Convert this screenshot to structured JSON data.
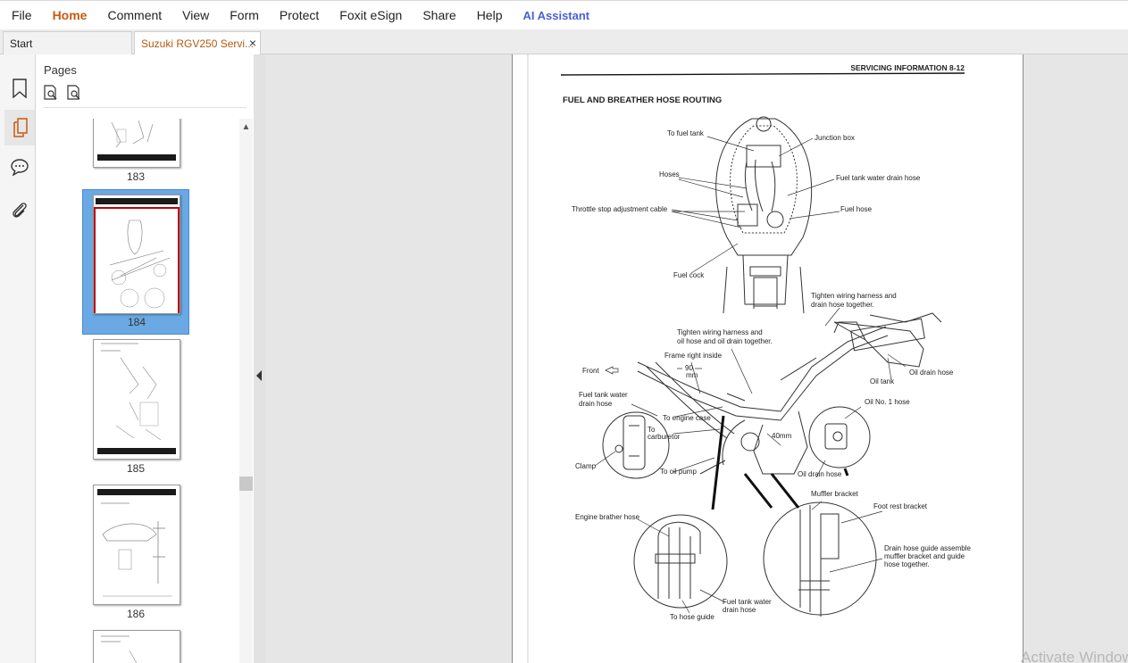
{
  "menu": {
    "items": [
      "File",
      "Home",
      "Comment",
      "View",
      "Form",
      "Protect",
      "Foxit eSign",
      "Share",
      "Help"
    ],
    "active": "Home",
    "ai_assistant": "AI Assistant"
  },
  "tabs": {
    "start": "Start",
    "document": "Suzuki RGV250 Servi...",
    "close_symbol": "×"
  },
  "sidebar": {
    "icons": [
      "bookmark-icon",
      "pages-icon",
      "comment-icon",
      "attachment-icon"
    ],
    "active": "pages-icon"
  },
  "pages_panel": {
    "title": "Pages",
    "tools": [
      "page-zoom-in-icon",
      "page-zoom-out-icon"
    ],
    "thumbnails": [
      {
        "label": "183",
        "selected": false
      },
      {
        "label": "184",
        "selected": true
      },
      {
        "label": "185",
        "selected": false
      },
      {
        "label": "186",
        "selected": false
      }
    ]
  },
  "document": {
    "header": "SERVICING INFORMATION  8-12",
    "section_title": "FUEL AND BREATHER HOSE ROUTING",
    "labels": {
      "to_fuel_tank": "To fuel tank",
      "junction_box": "Junction box",
      "hoses": "Hoses",
      "fuel_tank_water_drain_hose": "Fuel tank water drain hose",
      "throttle_stop": "Throttle stop adjustment cable",
      "fuel_hose": "Fuel hose",
      "fuel_cock": "Fuel cock",
      "tighten_1a": "Tighten wiring harness and",
      "tighten_1b": "drain hose together.",
      "tighten_2a": "Tighten wiring harness and",
      "tighten_2b": "oil hose and oil drain together.",
      "frame_right_inside": "Frame right inside",
      "front": "Front",
      "dim_90": "90",
      "dim_mm": "mm",
      "oil_drain_hose_top": "Oil drain hose",
      "oil_tank": "Oil tank",
      "fuel_tank_water_a": "Fuel tank water",
      "fuel_tank_water_b": "drain hose",
      "to_engine_case": "To engine case",
      "oil_no1": "Oil No. 1 hose",
      "to_a": "To",
      "to_b": "carburetor",
      "dim_40": "40mm",
      "clamp": "Clamp",
      "to_oil_pump": "To oil pump",
      "oil_drain_hose_bottom": "Oil drain hose",
      "muffler_bracket": "Muffler bracket",
      "engine_brather_hose": "Engine brather hose",
      "foot_rest_bracket": "Foot rest bracket",
      "drain_guide_a": "Drain hose guide assemble",
      "drain_guide_b": "muffler bracket and guide",
      "drain_guide_c": "hose together.",
      "fuel_tank_water_c": "Fuel tank water",
      "fuel_tank_water_d": "drain hose",
      "to_hose_guide": "To hose guide"
    }
  },
  "watermark": "Activate Windows"
}
